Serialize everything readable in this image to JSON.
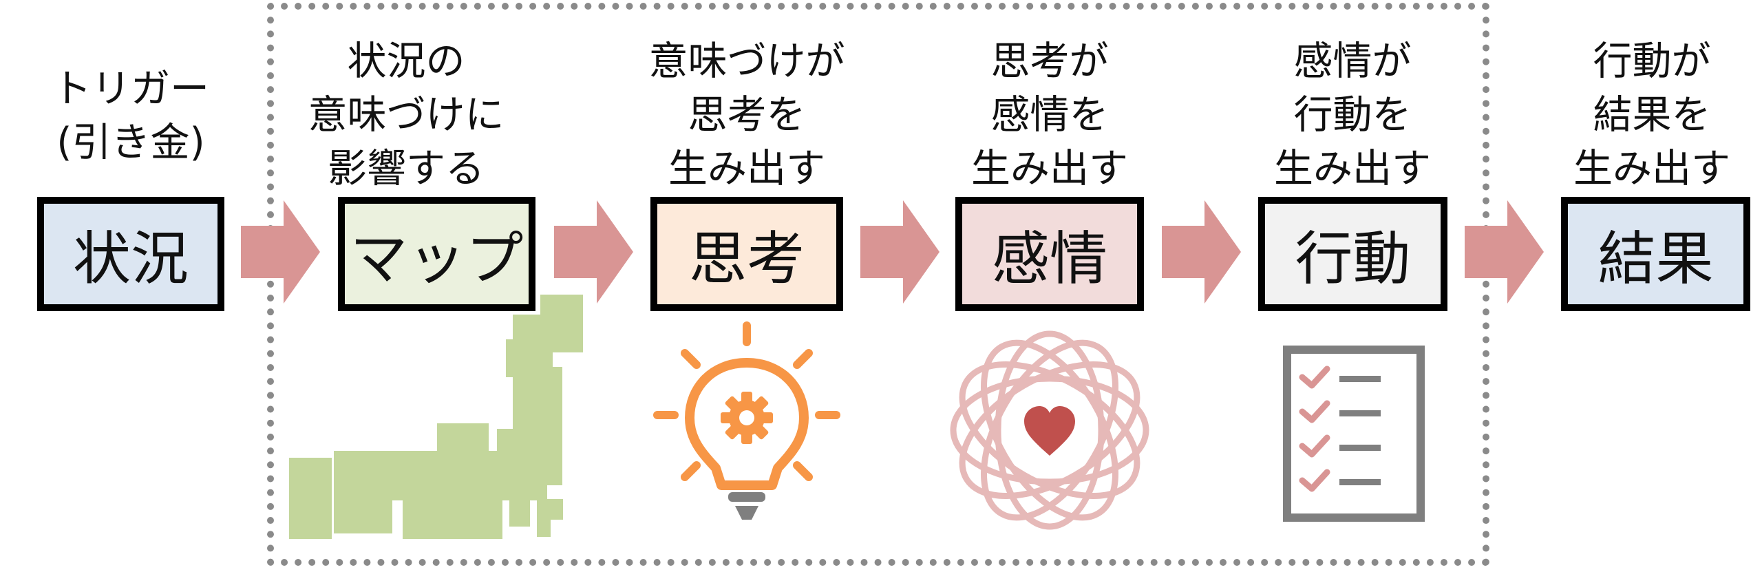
{
  "steps": [
    {
      "caption": "トリガー\n(引き金)",
      "label": "状況",
      "color": "#dce6f2"
    },
    {
      "caption": "状況の\n意味づけに\n影響する",
      "label": "マップ",
      "color": "#ebf1de"
    },
    {
      "caption": "意味づけが\n思考を\n生み出す",
      "label": "思考",
      "color": "#fdeada"
    },
    {
      "caption": "思考が\n感情を\n生み出す",
      "label": "感情",
      "color": "#f2dcdb"
    },
    {
      "caption": "感情が\n行動を\n生み出す",
      "label": "行動",
      "color": "#f2f2f2"
    },
    {
      "caption": "行動が\n結果を\n生み出す",
      "label": "結果",
      "color": "#dce6f2"
    }
  ],
  "colors": {
    "arrow": "#d99594",
    "map": "#c3d69b",
    "bulb": "#f79646",
    "bulb_base": "#7f7f7f",
    "emotion_ring": "#e6b9b8",
    "heart": "#c0504d",
    "checklist_frame": "#7f7f7f",
    "checkmark": "#d99594",
    "frame": "#8a8a8a"
  },
  "icons": {
    "map": "japan-map-icon",
    "thought": "lightbulb-gear-icon",
    "emotion": "heart-orbit-icon",
    "behavior": "checklist-icon"
  }
}
